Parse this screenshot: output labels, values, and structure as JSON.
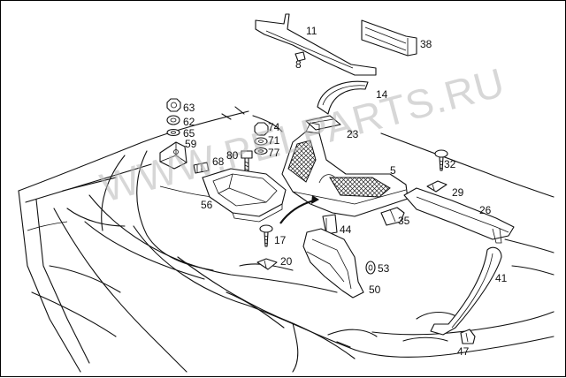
{
  "watermark": "WWW.PELPARTS.RU",
  "part_labels": [
    "11",
    "38",
    "8",
    "14",
    "63",
    "62",
    "65",
    "59",
    "74",
    "71",
    "77",
    "23",
    "80",
    "68",
    "32",
    "5",
    "29",
    "26",
    "56",
    "35",
    "17",
    "44",
    "20",
    "53",
    "41",
    "50",
    "47"
  ]
}
